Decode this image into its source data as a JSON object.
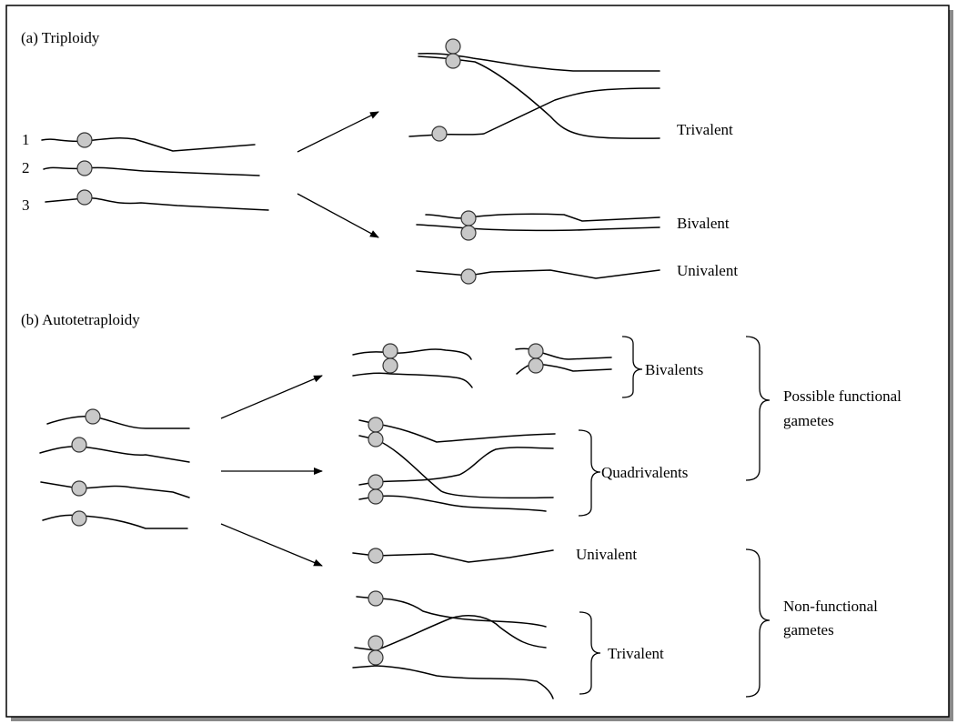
{
  "colors": {
    "centromere_fill": "#c8c8c8",
    "chromosome_stroke": "#000000",
    "shadow": "#8a8a8a",
    "background": "#ffffff"
  },
  "panel_a": {
    "title": "(a) Triploidy",
    "chromosome_numbers": [
      "1",
      "2",
      "3"
    ],
    "outcome_labels": {
      "trivalent": "Trivalent",
      "bivalent": "Bivalent",
      "univalent": "Univalent"
    }
  },
  "panel_b": {
    "title": "(b) Autotetraploidy",
    "outcome_labels": {
      "bivalents": "Bivalents",
      "quadrivalents": "Quadrivalents",
      "univalent": "Univalent",
      "trivalent": "Trivalent"
    },
    "group_labels": {
      "functional_line1": "Possible functional",
      "functional_line2": "gametes",
      "nonfunctional_line1": "Non-functional",
      "nonfunctional_line2": "gametes"
    }
  }
}
